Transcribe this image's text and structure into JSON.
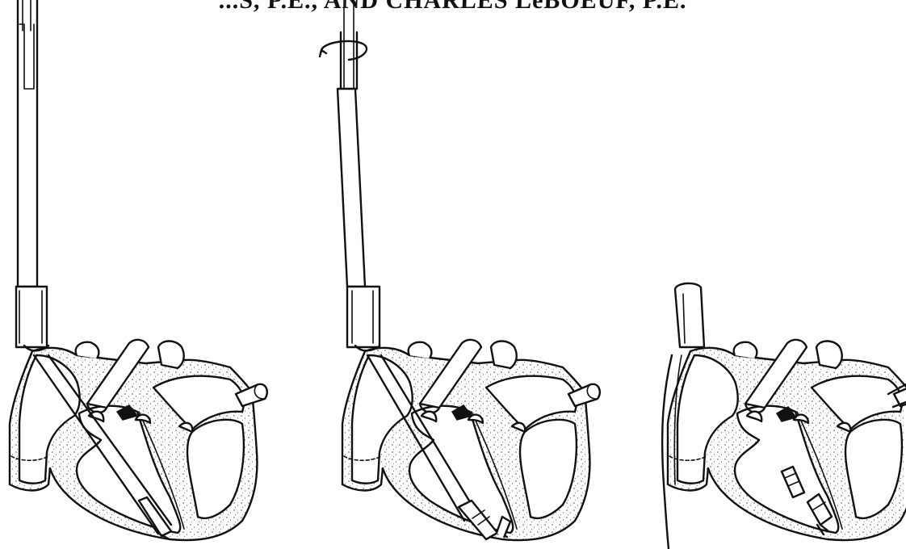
{
  "header_text": "...S, P.E., AND CHARLES LeBOEUF, P.E.",
  "panels": [
    {
      "id": "left",
      "description_label": ""
    },
    {
      "id": "middle",
      "description_label": ""
    },
    {
      "id": "right",
      "description_label": ""
    }
  ]
}
